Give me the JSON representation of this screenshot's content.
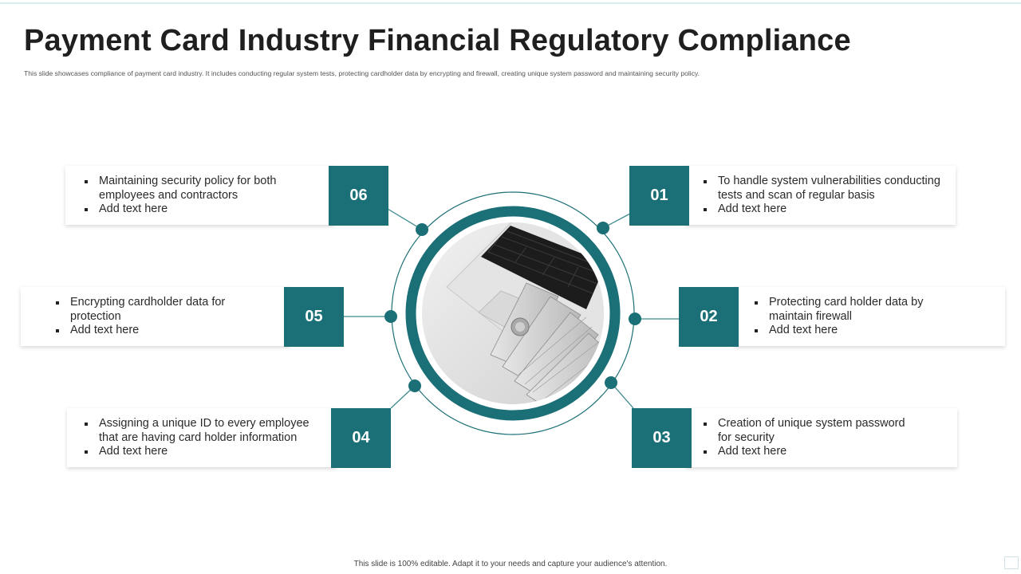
{
  "slide": {
    "title": "Payment Card Industry Financial Regulatory Compliance",
    "subtitle": "This slide showcases compliance of payment card industry. It includes conducting regular  system tests, protecting cardholder data by encrypting and firewall, creating unique system password and maintaining  security policy.",
    "footer": "This slide is 100% editable.  Adapt it to your needs and capture your audience's attention."
  },
  "colors": {
    "accent": "#1b6f76",
    "ring_line": "#1b6f76",
    "connector": "#3c8a90"
  },
  "center_image": {
    "icon": "laptop-with-money-photo"
  },
  "items": [
    {
      "number": "01",
      "line1": "To handle system vulnerabilities conducting tests and scan of regular basis",
      "line2": "Add text here"
    },
    {
      "number": "02",
      "line1": "Protecting card holder data by maintain firewall",
      "line2": "Add text here"
    },
    {
      "number": "03",
      "line1": "Creation of unique system password for security",
      "line2": "Add text here"
    },
    {
      "number": "04",
      "line1": "Assigning a unique ID to every employee that are having card holder information",
      "line2": "Add text here"
    },
    {
      "number": "05",
      "line1": "Encrypting cardholder data for protection",
      "line2": "Add text here"
    },
    {
      "number": "06",
      "line1": "Maintaining  security policy for both employees and contractors",
      "line2": "Add text here"
    }
  ]
}
